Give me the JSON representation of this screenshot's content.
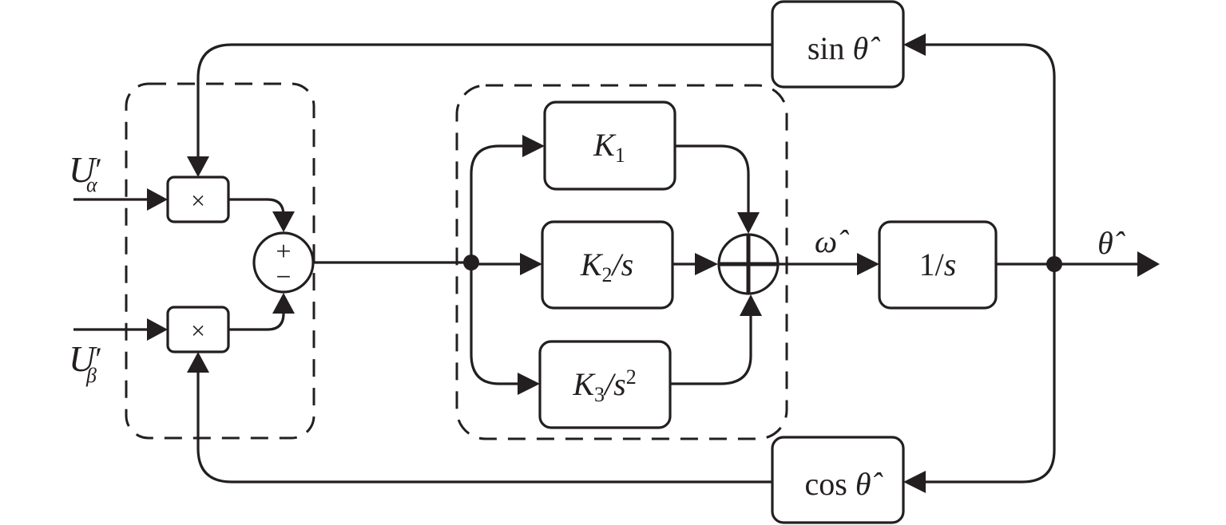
{
  "diagram": {
    "type": "block-diagram",
    "inputs": {
      "u_alpha": {
        "symbol": "U",
        "prime": "′",
        "subscript": "α"
      },
      "u_beta": {
        "symbol": "U",
        "prime": "′",
        "subscript": "β"
      }
    },
    "multipliers": {
      "top_label": "×",
      "bottom_label": "×"
    },
    "summer": {
      "plus": "+",
      "minus": "−"
    },
    "pi_blocks": {
      "k1": {
        "k": "K",
        "sub": "1",
        "tail": ""
      },
      "k2": {
        "k": "K",
        "sub": "2",
        "tail": "/s"
      },
      "k3": {
        "k": "K",
        "sub": "3",
        "tail": "/s",
        "sup": "2"
      }
    },
    "omega_label": "ω̂",
    "integrator": {
      "num": "1/",
      "den": "s"
    },
    "output_label": "θ̂",
    "feedback": {
      "sin_block": {
        "fn": "sin",
        "arg": "θ̂"
      },
      "cos_block": {
        "fn": "cos",
        "arg": "θ̂"
      }
    }
  }
}
